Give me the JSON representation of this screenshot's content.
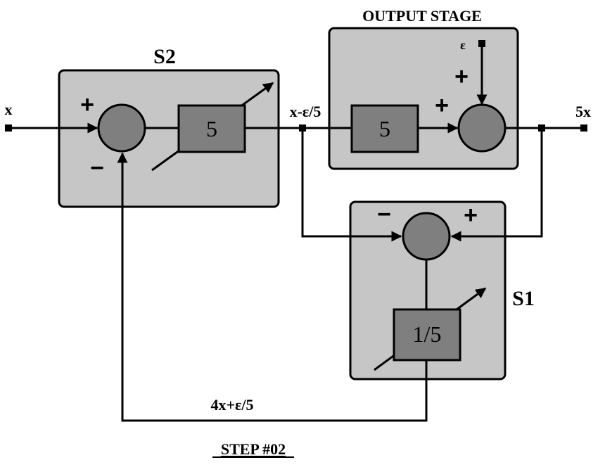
{
  "stages": {
    "s2": {
      "title": "S2"
    },
    "output": {
      "title": "OUTPUT STAGE"
    },
    "s1": {
      "title": "S1"
    }
  },
  "blocks": {
    "s2_gain": "5",
    "output_gain": "5",
    "s1_gain": "1/5"
  },
  "signals": {
    "input": "x",
    "intermediate": "x-ε/5",
    "output": "5x",
    "error": "ε",
    "feedback": "4x+ε/5"
  },
  "signs": {
    "s2_sum_plus": "+",
    "s2_sum_minus": "−",
    "out_sum_plus_left": "+",
    "out_sum_plus_top": "+",
    "s1_sum_minus": "−",
    "s1_sum_plus": "+"
  },
  "caption": "STEP #02"
}
